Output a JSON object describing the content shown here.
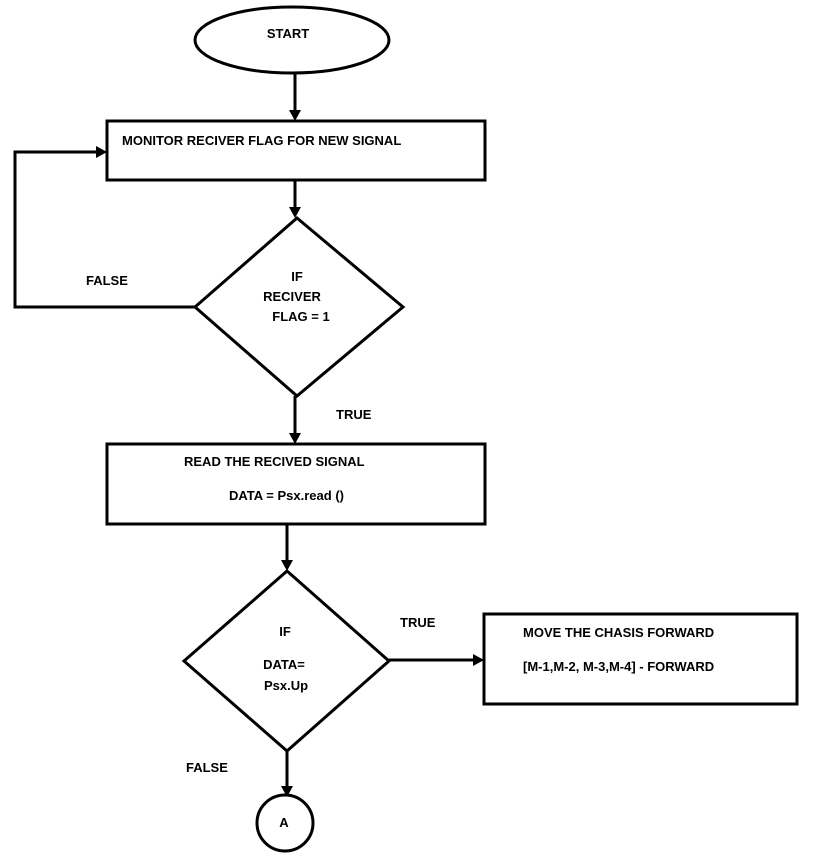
{
  "flowchart": {
    "start": "START",
    "monitor": "MONITOR RECIVER FLAG FOR NEW SIGNAL",
    "decision1": {
      "line1": "IF",
      "line2": "RECIVER",
      "line3": "FLAG = 1"
    },
    "false1": "FALSE",
    "true1": "TRUE",
    "read": {
      "line1": "READ THE RECIVED SIGNAL",
      "line2": "DATA = Psx.read ()"
    },
    "decision2": {
      "line1": "IF",
      "line2": "DATA=",
      "line3": "Psx.Up"
    },
    "true2": "TRUE",
    "false2": "FALSE",
    "forward": {
      "line1": "MOVE THE CHASIS FORWARD",
      "line2": "[M-1,M-2, M-3,M-4] - FORWARD"
    },
    "connector": "A"
  }
}
